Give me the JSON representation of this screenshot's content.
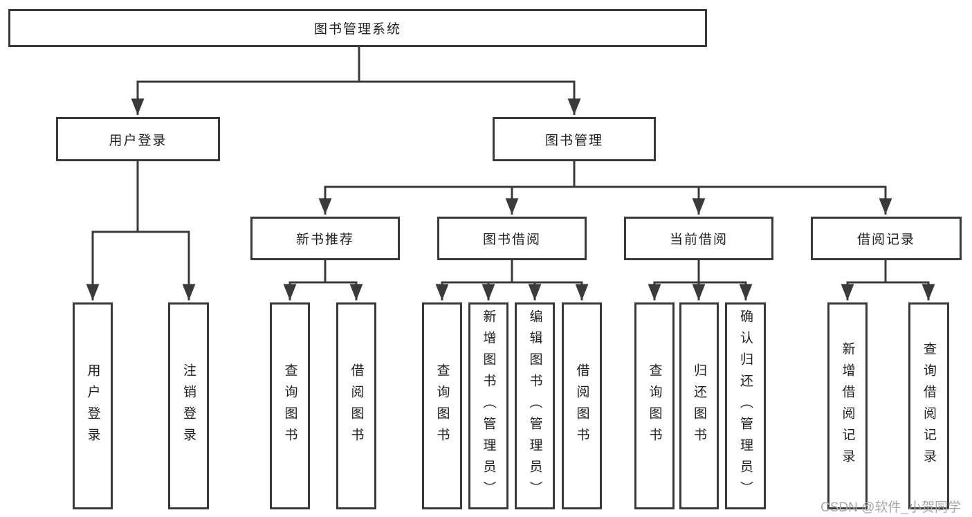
{
  "colors": {
    "box_border": "#3a3a3a",
    "connector_line": "#3a3a3a",
    "label_text": "#1f1f1f",
    "watermark_text": "#a8a8a8",
    "background": "#ffffff"
  },
  "watermark": {
    "text": "CSDN @软件_小贺同学"
  },
  "tree": {
    "label": "图书管理系统",
    "children": [
      {
        "label": "用户登录",
        "children": [
          {
            "label": "用户登录"
          },
          {
            "label": "注销登录"
          }
        ]
      },
      {
        "label": "图书管理",
        "children": [
          {
            "label": "新书推荐",
            "children": [
              {
                "label": "查询图书"
              },
              {
                "label": "借阅图书"
              }
            ]
          },
          {
            "label": "图书借阅",
            "children": [
              {
                "label": "查询图书"
              },
              {
                "label": "新增图书（管理员）"
              },
              {
                "label": "编辑图书（管理员）"
              },
              {
                "label": "借阅图书"
              }
            ]
          },
          {
            "label": "当前借阅",
            "children": [
              {
                "label": "查询图书"
              },
              {
                "label": "归还图书"
              },
              {
                "label": "确认归还（管理员）"
              }
            ]
          },
          {
            "label": "借阅记录",
            "children": [
              {
                "label": "新增借阅记录"
              },
              {
                "label": "查询借阅记录"
              }
            ]
          }
        ]
      }
    ]
  }
}
